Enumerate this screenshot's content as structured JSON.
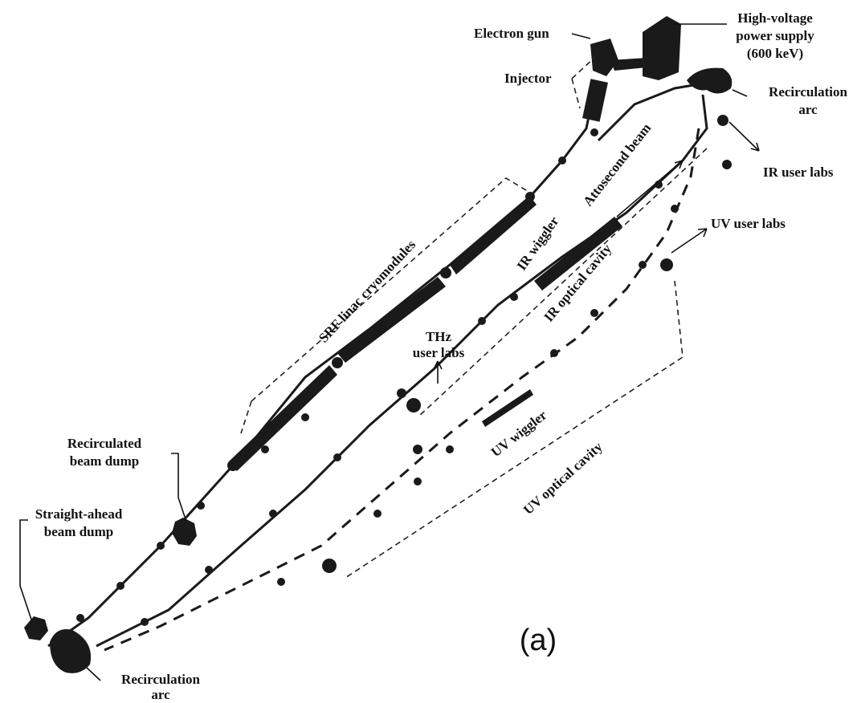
{
  "labels": {
    "electron_gun": "Electron gun",
    "hv_supply_1": "High-voltage",
    "hv_supply_2": "power supply",
    "hv_supply_3": "(600 keV)",
    "injector": "Injector",
    "recirc_arc_top_1": "Recirculation",
    "recirc_arc_top_2": "arc",
    "ir_user_labs": "IR user labs",
    "uv_user_labs": "UV user labs",
    "attosecond_beam": "Attosecond beam",
    "ir_wiggler": "IR wiggler",
    "ir_optical_cavity": "IR optical cavity",
    "srf_linac": "SRF linac cryomodules",
    "thz_1": "THz",
    "thz_2": "user labs",
    "uv_wiggler": "UV wiggler",
    "uv_optical_cavity": "UV optical cavity",
    "recirc_dump_1": "Recirculated",
    "recirc_dump_2": "beam dump",
    "straight_dump_1": "Straight-ahead",
    "straight_dump_2": "beam dump",
    "recirc_arc_bottom_1": "Recirculation",
    "recirc_arc_bottom_2": "arc",
    "panel_label": "(a)"
  }
}
